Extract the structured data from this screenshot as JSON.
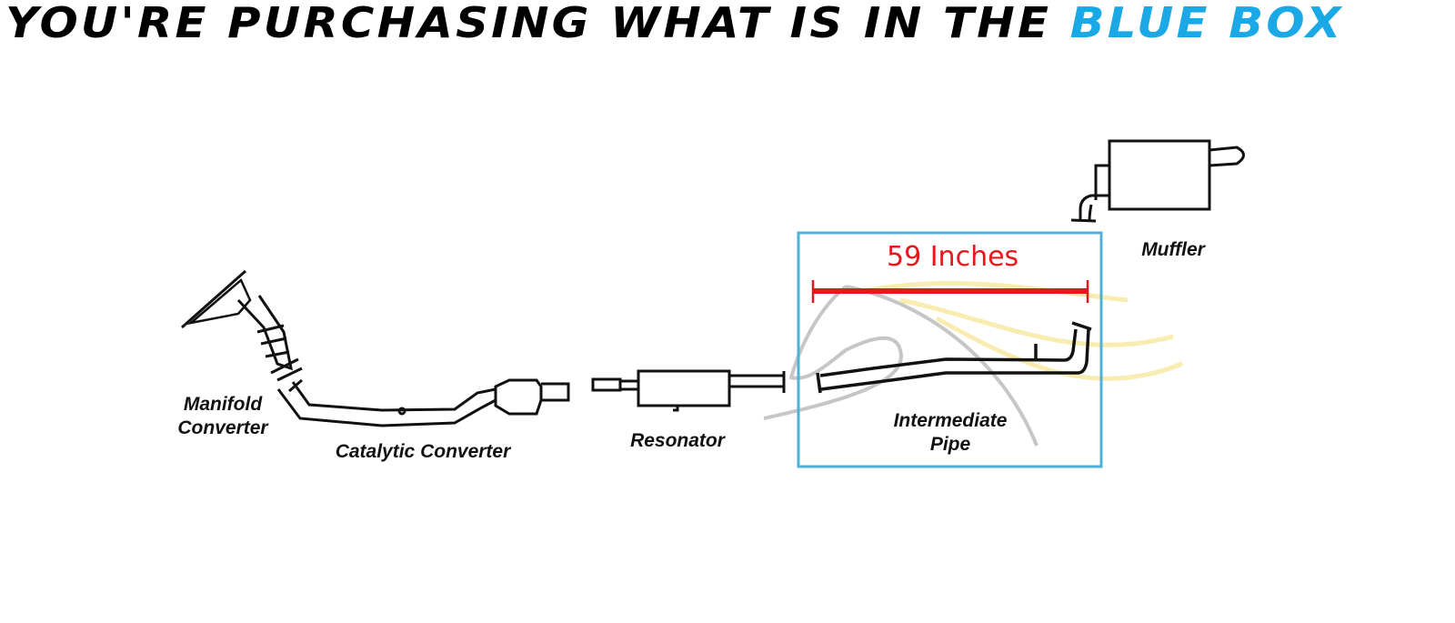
{
  "header": {
    "title_main": "YOU'RE PURCHASING WHAT IS IN THE",
    "title_highlight": "BLUE BOX"
  },
  "diagram": {
    "labels": {
      "manifold_line1": "Manifold",
      "manifold_line2": "Converter",
      "catalytic": "Catalytic Converter",
      "resonator": "Resonator",
      "intermediate_line1": "Intermediate",
      "intermediate_line2": "Pipe",
      "muffler": "Muffler"
    },
    "measurement": "59 Inches",
    "colors": {
      "highlight_box": "#4fb0d8",
      "measurement": "#e5191c",
      "title_accent": "#1aa9e6"
    }
  }
}
